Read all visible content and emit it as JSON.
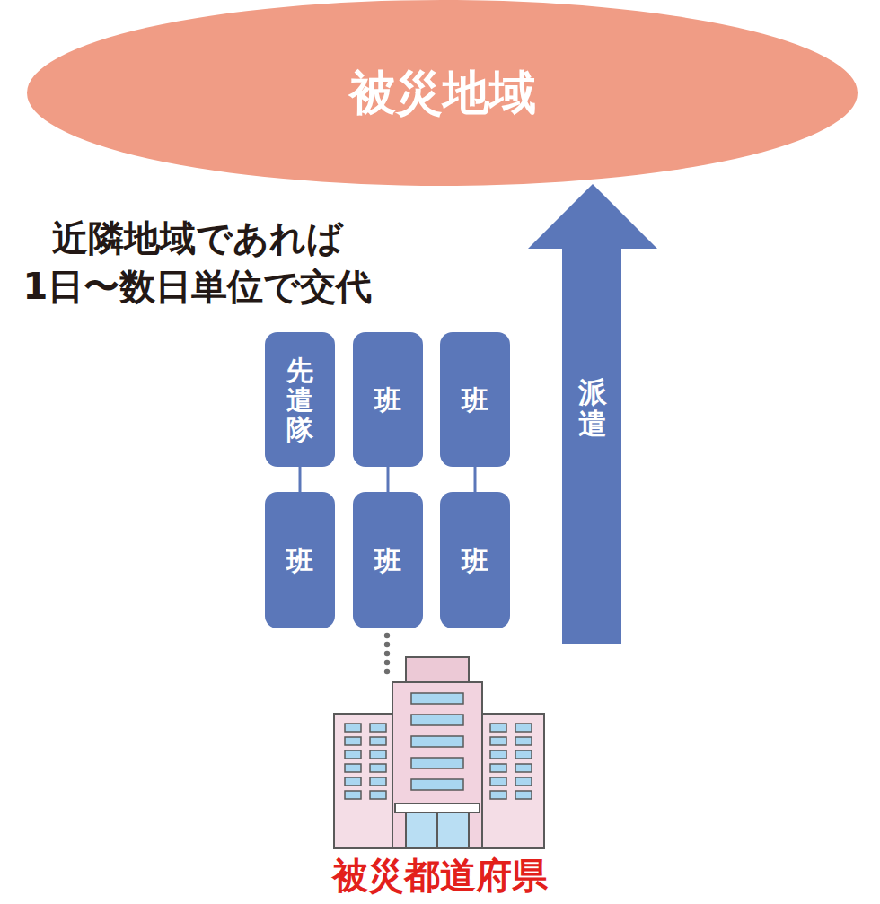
{
  "diagram": {
    "nodes": [
      {
        "text": [
          "被災地域"
        ]
      },
      {
        "text": [
          "先遣隊"
        ]
      },
      {
        "text": [
          "班"
        ]
      },
      {
        "text": [
          "班"
        ]
      },
      {
        "text": [
          "班"
        ]
      },
      {
        "text": [
          "班"
        ]
      },
      {
        "text": [
          "班"
        ]
      },
      {
        "text": [
          "派遣"
        ]
      }
    ],
    "edges": [
      {
        "from": 1,
        "to": 4,
        "arrow": "none"
      },
      {
        "from": 2,
        "to": 5,
        "arrow": "none"
      },
      {
        "from": 3,
        "to": 6,
        "arrow": "none"
      }
    ],
    "labels": [
      "近隣地域であれば 1日〜数日単位で交代",
      "被災都道府県"
    ]
  }
}
